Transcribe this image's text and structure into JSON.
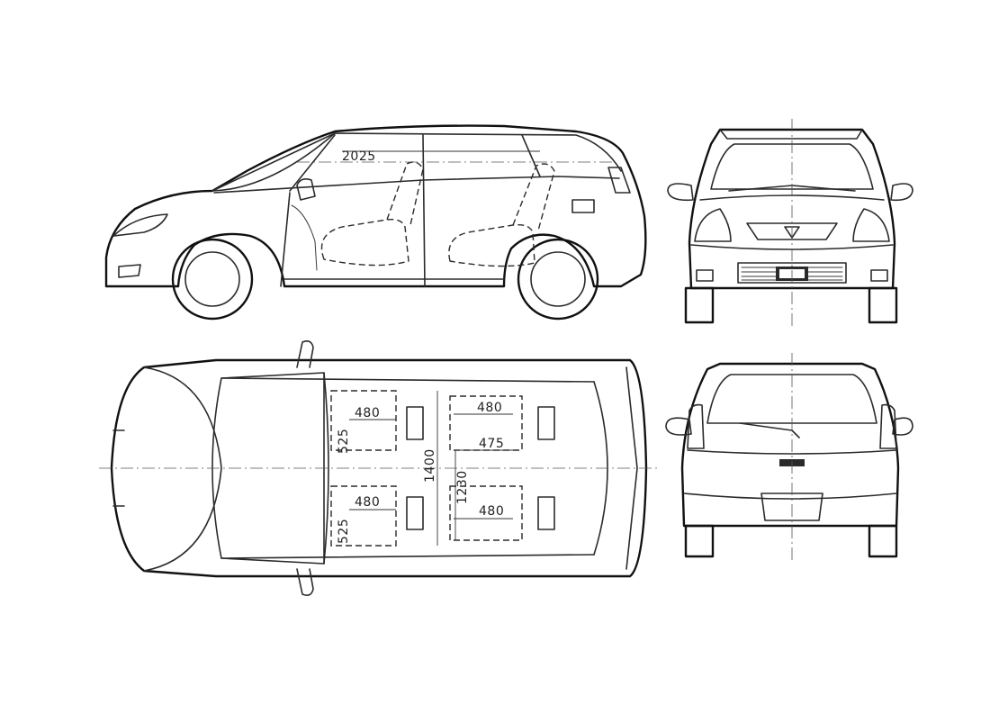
{
  "dimensions": {
    "side_interior_length": "2025",
    "front_seat_width_upper": "480",
    "front_seat_width_lower": "480",
    "front_seat_depth_upper": "525",
    "front_seat_depth_lower": "525",
    "rear_seat_width_upper": "480",
    "rear_seat_width_lower": "480",
    "rear_seat_depth": "475",
    "cabin_width_front": "1400",
    "cabin_width_rear": "1230"
  }
}
